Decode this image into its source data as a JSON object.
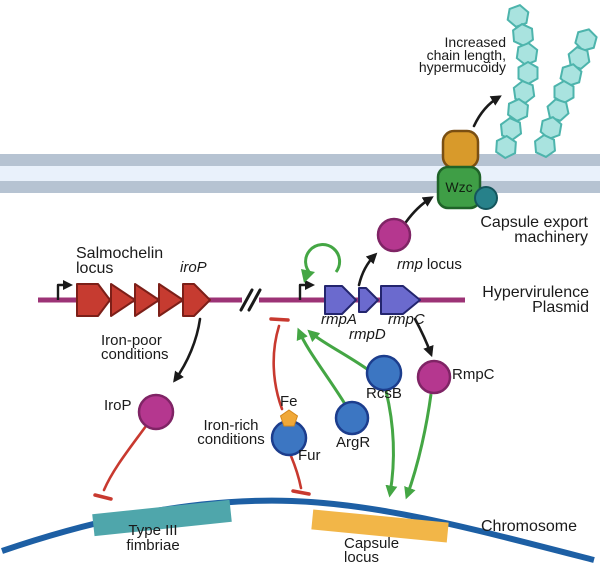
{
  "figure": {
    "top": {
      "effect_line1": "Increased",
      "effect_line2": "chain length,",
      "effect_line3": "hypermucoidy"
    },
    "export": {
      "wzc": "Wzc",
      "label_line1": "Capsule export",
      "label_line2": "machinery"
    },
    "plasmid": {
      "name_line1": "Hypervirulence",
      "name_line2": "Plasmid",
      "salmochelin": {
        "label_line1": "Salmochelin",
        "label_line2": "locus",
        "irop_gene": "iroP"
      },
      "rmp": {
        "locus_italic": "rmp",
        "locus_rest": "locus",
        "rmpA": "rmpA",
        "rmpD": "rmpD",
        "rmpC": "rmpC"
      }
    },
    "proteins": {
      "irop": "IroP",
      "fe": "Fe",
      "fur": "Fur",
      "argr": "ArgR",
      "rcsb": "RcsB",
      "rmpc": "RmpC"
    },
    "conditions": {
      "poor_line1": "Iron-poor",
      "poor_line2": "conditions",
      "rich_line1": "Iron-rich",
      "rich_line2": "conditions"
    },
    "chromosome": {
      "label": "Chromosome",
      "fimbriae_line1": "Type III",
      "fimbriae_line2": "fimbriae",
      "capsule_line1": "Capsule",
      "capsule_line2": "locus"
    }
  },
  "colors": {
    "plasmid": "#9c3376",
    "chromosome_line": "#1d5fa4",
    "salmochelin_gene": "#c63b30",
    "rmp_gene": "#6b6ace",
    "magenta_protein": "#b5378f",
    "blue_protein": "#3c76c2",
    "activation": "#44a644",
    "inhibition": "#c8392f",
    "wzc": "#3f9e46",
    "wzc_top": "#d89a2b",
    "wzc_accessory": "#27818a",
    "hexagon": "#a9e3df",
    "membrane_band": "#b6c3d2",
    "membrane_core": "#e9f1fb",
    "fe": "#f0a838",
    "fimbriae": "#4fa6ab",
    "capsule_locus": "#f2b648"
  }
}
